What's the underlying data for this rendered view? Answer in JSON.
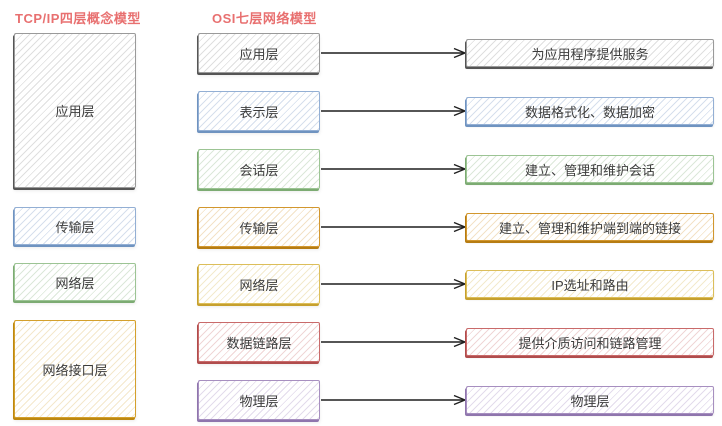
{
  "titles": {
    "tcpip": "TCP/IP四层概念模型",
    "osi": "OSI七层网络模型"
  },
  "tcpip_layers": [
    {
      "label": "应用层",
      "theme": "gray"
    },
    {
      "label": "传输层",
      "theme": "blue"
    },
    {
      "label": "网络层",
      "theme": "green"
    },
    {
      "label": "网络接口层",
      "theme": "gold"
    }
  ],
  "osi_layers": [
    {
      "label": "应用层",
      "description": "为应用程序提供服务",
      "theme": "gray"
    },
    {
      "label": "表示层",
      "description": "数据格式化、数据加密",
      "theme": "blue"
    },
    {
      "label": "会话层",
      "description": "建立、管理和维护会话",
      "theme": "green"
    },
    {
      "label": "传输层",
      "description": "建立、管理和维护端到端的链接",
      "theme": "amber"
    },
    {
      "label": "网络层",
      "description": "IP选址和路由",
      "theme": "yellow"
    },
    {
      "label": "数据链路层",
      "description": "提供介质访问和链路管理",
      "theme": "red"
    },
    {
      "label": "物理层",
      "description": "物理层",
      "theme": "purple"
    }
  ],
  "colors": {
    "title": "#e87070",
    "text": "#3c3c3c",
    "arrow": "#1f1f1f",
    "themes": {
      "gray": {
        "main": "#9a9a9a",
        "dark": "#555555",
        "hatch": "rgba(150,150,150,0.30)"
      },
      "blue": {
        "main": "#93afd4",
        "dark": "#6f93c0",
        "hatch": "rgba(120,150,195,0.30)"
      },
      "green": {
        "main": "#9cc494",
        "dark": "#7cab72",
        "hatch": "rgba(140,180,130,0.30)"
      },
      "amber": {
        "main": "#d2972e",
        "dark": "#b67c12",
        "hatch": "rgba(215,160,70,0.30)"
      },
      "yellow": {
        "main": "#dcbe5a",
        "dark": "#c6a02e",
        "hatch": "rgba(218,190,100,0.32)"
      },
      "red": {
        "main": "#c96a6a",
        "dark": "#b04c4c",
        "hatch": "rgba(205,120,120,0.30)"
      },
      "purple": {
        "main": "#a78fc0",
        "dark": "#8f75ad",
        "hatch": "rgba(162,138,192,0.30)"
      },
      "gold": {
        "main": "#d4a02c",
        "dark": "#bd8810",
        "hatch": "rgba(214,166,60,0.26)"
      }
    }
  }
}
